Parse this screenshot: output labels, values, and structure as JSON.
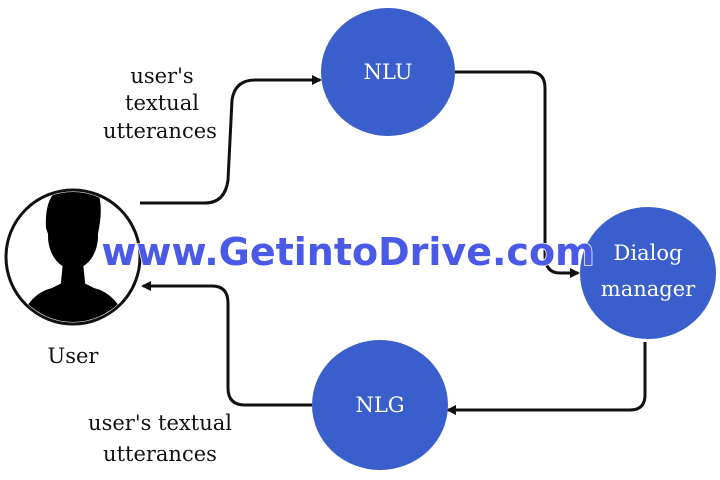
{
  "nodes": {
    "nlu": {
      "label": "NLU"
    },
    "dialog_manager": {
      "label_line1": "Dialog",
      "label_line2": "manager"
    },
    "nlg": {
      "label": "NLG"
    },
    "user": {
      "label": "User"
    }
  },
  "edges": {
    "user_to_nlu": {
      "line1": "user's",
      "line2": "textual",
      "line3": "utterances"
    },
    "nlg_to_user": {
      "line1": "user's textual",
      "line2": "utterances"
    }
  },
  "watermark": {
    "text": "www.GetintoDrive.com"
  },
  "colors": {
    "node_fill": "#3a5fcd",
    "edge": "#111111",
    "watermark": "#4a5ae6"
  },
  "icons": {
    "user": "person-silhouette-icon"
  }
}
